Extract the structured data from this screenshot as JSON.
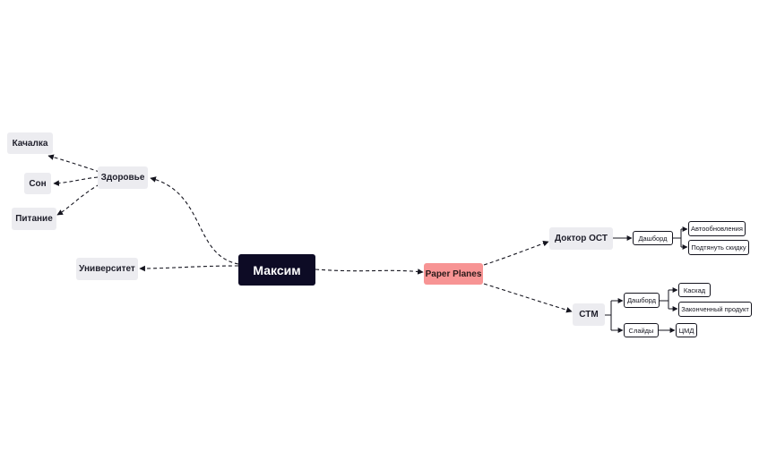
{
  "mindmap": {
    "root": "Максим",
    "health": {
      "label": "Здоровье",
      "children": [
        "Качалка",
        "Сон",
        "Питание"
      ]
    },
    "university": "Университет",
    "paper_planes": "Paper Planes",
    "doctor_ost": {
      "label": "Доктор ОСТ",
      "dashboard": "Дашборд",
      "dashboard_children": [
        "Автообновления",
        "Подтянуть скидку"
      ]
    },
    "ctm": {
      "label": "СТМ",
      "dashboard": "Дашборд",
      "dashboard_children": [
        "Каскад",
        "Законченный продукт"
      ],
      "slides": "Слайды",
      "slides_child": "ЦМД"
    }
  },
  "colors": {
    "root_bg": "#0d0b25",
    "accent_bg": "#f79494",
    "node_bg": "#ececf0",
    "line": "#15151f"
  }
}
